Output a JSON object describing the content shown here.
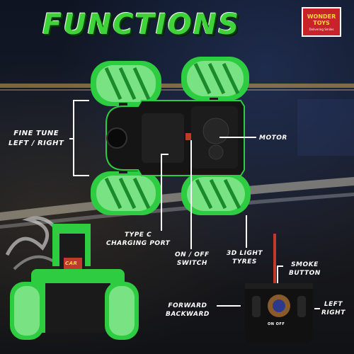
{
  "title": "FUNCTIONS",
  "brand": {
    "name_line1": "WONDER",
    "name_line2": "TOYS",
    "tagline": "Delivering Smiles"
  },
  "labels": {
    "fine_tune": "FINE TUNE\nLEFT / RIGHT",
    "motor": "MOTOR",
    "type_c": "TYPE C\nCHARGING PORT",
    "on_off": "ON / OFF\nSWITCH",
    "light_tyres": "3D LIGHT\nTYRES",
    "smoke_button": "SMOKE\nBUTTON",
    "forward_backward": "FORWARD\nBACKWARD",
    "left_right": "LEFT\nRIGHT"
  },
  "toy_text": {
    "car_label": "CAR",
    "remote_label": "ON OFF"
  },
  "colors": {
    "title_green": "#3fd23a",
    "wheel_green": "#2ecc40",
    "logo_red": "#c8232a",
    "background": "#0c1018"
  }
}
